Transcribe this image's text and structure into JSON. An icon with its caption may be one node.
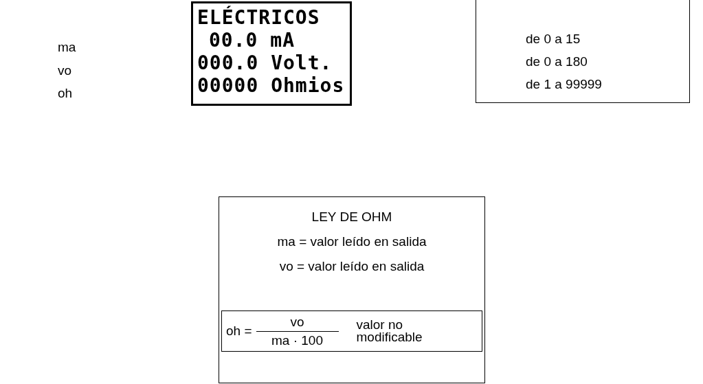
{
  "diagram": {
    "nodes": [
      {
        "text": [
          "ELÉCTRICOS",
          "00.0 mA",
          "000.0 Volt.",
          "00000 Ohmios"
        ]
      },
      {
        "text": [
          "de 0 a 15",
          "de 0 a 180",
          "de 1 a 99999"
        ]
      },
      {
        "text": [
          "LEY DE OHM",
          "ma = valor leído en salida",
          "vo = valor leído en salida"
        ]
      },
      {
        "text": [
          "oh =",
          "vo",
          "ma · 100",
          "valor no modificable"
        ],
        "in": 2
      }
    ],
    "edges": [],
    "labels": [
      "ma",
      "vo",
      "oh"
    ]
  }
}
